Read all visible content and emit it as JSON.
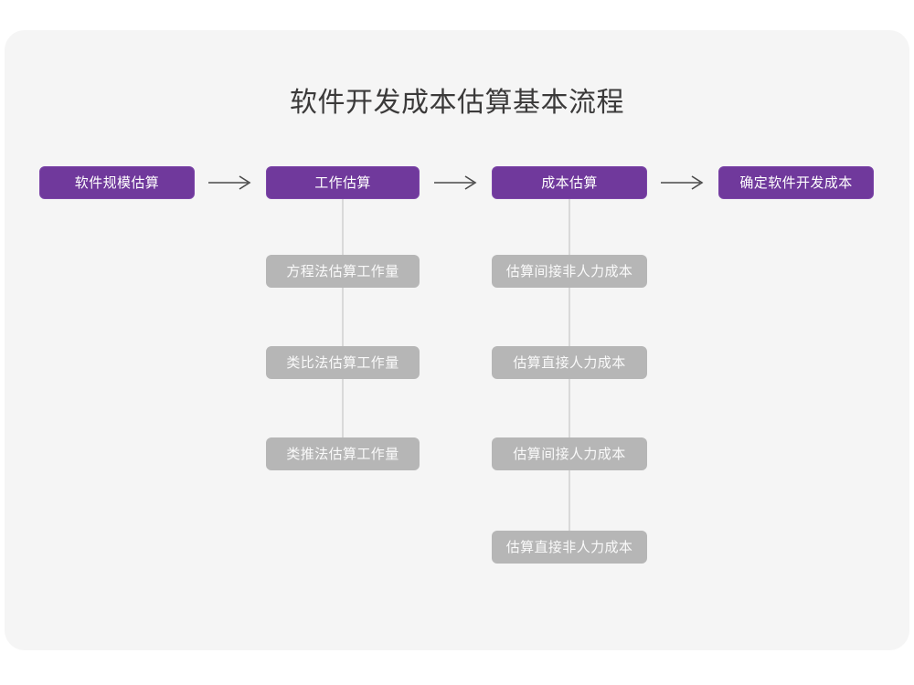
{
  "diagram": {
    "title": "软件开发成本估算基本流程",
    "colors": {
      "page_background": "#ffffff",
      "card_background": "#f5f5f5",
      "primary_node": "#70399c",
      "secondary_node": "#b6b6b6",
      "title_text": "#3b3a3a",
      "node_text": "#ffffff",
      "connector_line": "#d9d9d9",
      "arrow": "#4a4a4a"
    },
    "main_flow": [
      {
        "id": "step-1",
        "label": "软件规模估算"
      },
      {
        "id": "step-2",
        "label": "工作估算"
      },
      {
        "id": "step-3",
        "label": "成本估算"
      },
      {
        "id": "step-4",
        "label": "确定软件开发成本"
      }
    ],
    "arrows": [
      {
        "id": "arrow-1",
        "glyph": "right-arrow-icon"
      },
      {
        "id": "arrow-2",
        "glyph": "right-arrow-icon"
      },
      {
        "id": "arrow-3",
        "glyph": "right-arrow-icon"
      }
    ],
    "branches": [
      {
        "id": "branch-work-estimation",
        "parent": "工作估算",
        "items": [
          {
            "id": "work-1",
            "label": "方程法估算工作量"
          },
          {
            "id": "work-2",
            "label": "类比法估算工作量"
          },
          {
            "id": "work-3",
            "label": "类推法估算工作量"
          }
        ]
      },
      {
        "id": "branch-cost-estimation",
        "parent": "成本估算",
        "items": [
          {
            "id": "cost-1",
            "label": "估算间接非人力成本"
          },
          {
            "id": "cost-2",
            "label": "估算直接人力成本"
          },
          {
            "id": "cost-3",
            "label": "估算间接人力成本"
          },
          {
            "id": "cost-4",
            "label": "估算直接非人力成本"
          }
        ]
      }
    ]
  }
}
